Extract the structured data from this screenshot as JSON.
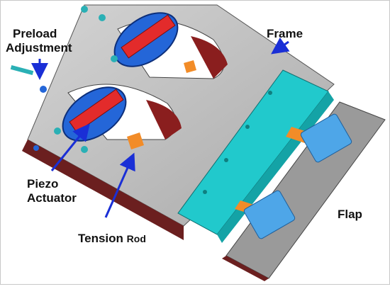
{
  "labels": {
    "preload_line1": "Preload",
    "preload_line2": "Adjustment",
    "frame": "Frame",
    "piezo_line1": "Piezo",
    "piezo_line2": "Actuator",
    "tension_main": "Tension",
    "tension_small": "Rod",
    "flap": "Flap"
  },
  "colors": {
    "frame": "#bdbdbd",
    "rail": "#21c9cc",
    "actuator_frame": "#2466d8",
    "piezo": "#e32b2b",
    "rod": "#f28c28",
    "flap_pad": "#4ea6e8",
    "arrow": "#1a2fd6"
  }
}
